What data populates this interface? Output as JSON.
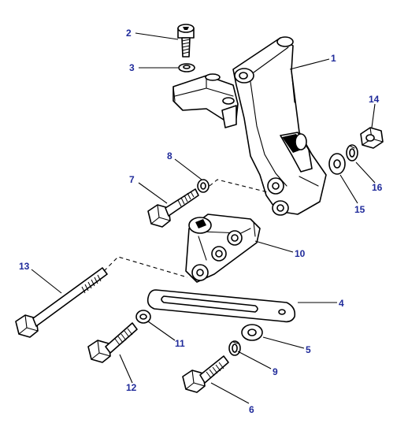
{
  "callouts": {
    "c1": "1",
    "c2": "2",
    "c3": "3",
    "c4": "4",
    "c5": "5",
    "c6": "6",
    "c7": "7",
    "c8": "8",
    "c9": "9",
    "c10": "10",
    "c11": "11",
    "c12": "12",
    "c13": "13",
    "c14": "14",
    "c15": "15",
    "c16": "16"
  },
  "colors": {
    "callout": "#1f2a9a",
    "line": "#000000",
    "background": "#ffffff"
  }
}
